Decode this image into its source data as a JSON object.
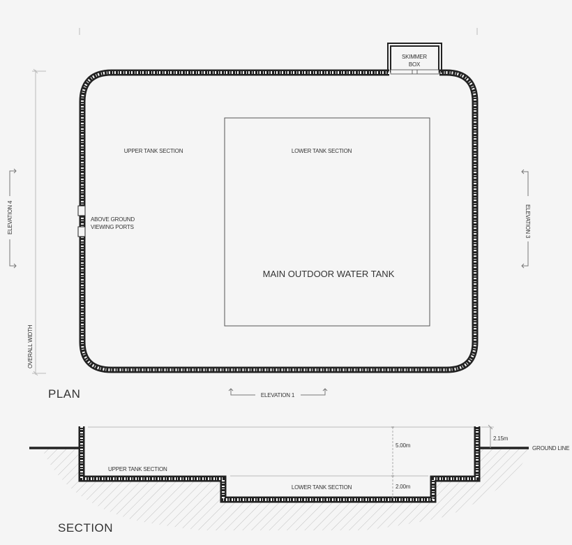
{
  "plan": {
    "title": "PLAN",
    "labels": {
      "upper_tank": "UPPER TANK SECTION",
      "lower_tank": "LOWER TANK SECTION",
      "main_tank": "MAIN OUTDOOR WATER TANK",
      "viewing_ports_line1": "ABOVE GROUND",
      "viewing_ports_line2": "VIEWING PORTS",
      "skimmer_line1": "SKIMMER",
      "skimmer_line2": "BOX"
    },
    "dimensions": {
      "overall_width": "OVERALL WIDTH"
    },
    "elevations": {
      "elevation_1": "ELEVATION 1",
      "elevation_3": "ELEVATION 3",
      "elevation_4": "ELEVATION 4"
    }
  },
  "section": {
    "title": "SECTION",
    "labels": {
      "upper_tank": "UPPER TANK SECTION",
      "lower_tank": "LOWER TANK SECTION",
      "ground_line": "GROUND LINE"
    },
    "dimensions": {
      "upper_depth": "5.00m",
      "lower_depth": "2.00m",
      "above_ground": "2.15m"
    }
  },
  "colors": {
    "background": "#f5f5f5",
    "wall": "#222222",
    "text": "#333333",
    "dimension_line": "#999999"
  }
}
